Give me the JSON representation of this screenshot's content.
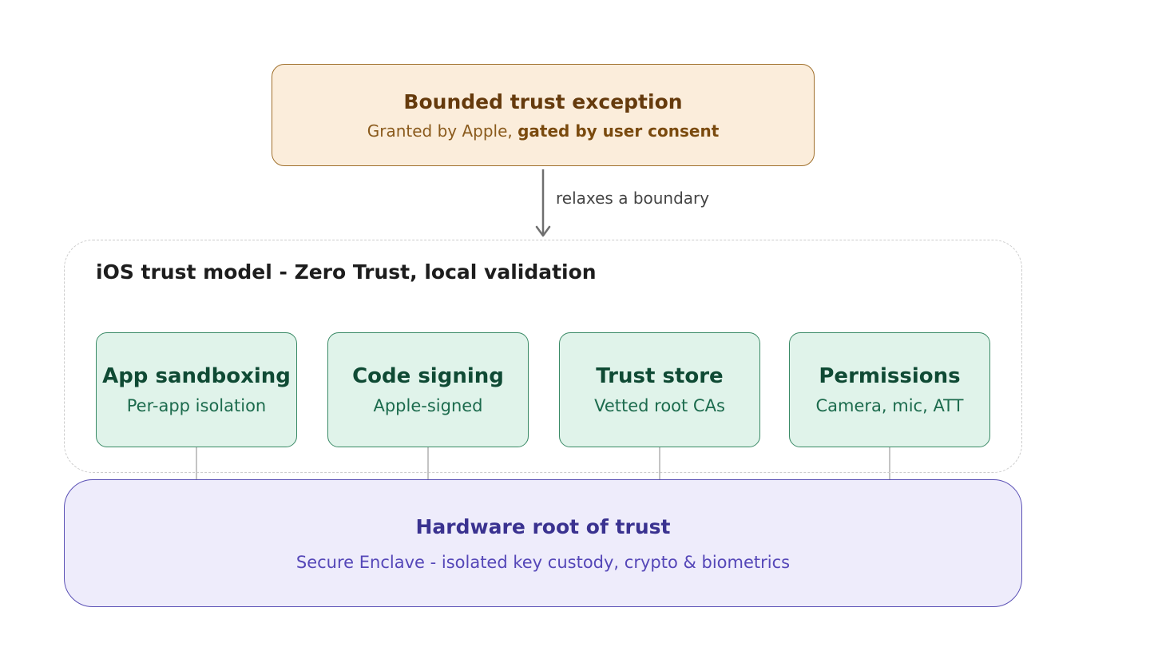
{
  "exception": {
    "title": "Bounded trust exception",
    "subtitle_plain": "Granted by Apple, ",
    "subtitle_bold": "gated by user consent"
  },
  "arrow": {
    "label": "relaxes a boundary"
  },
  "model": {
    "title": "iOS trust model - Zero Trust, local validation",
    "pillars": [
      {
        "title": "App sandboxing",
        "subtitle": "Per-app isolation"
      },
      {
        "title": "Code signing",
        "subtitle": "Apple-signed"
      },
      {
        "title": "Trust store",
        "subtitle": "Vetted root CAs"
      },
      {
        "title": "Permissions",
        "subtitle": "Camera, mic, ATT"
      }
    ]
  },
  "hardware": {
    "title": "Hardware root of trust",
    "subtitle": "Secure Enclave - isolated key custody, crypto & biometrics"
  },
  "colors": {
    "exception_fill": "#fbeddb",
    "exception_border": "#a0702c",
    "pillar_fill": "#e0f3ea",
    "pillar_border": "#3a8a66",
    "hardware_fill": "#eeecfb",
    "hardware_border": "#5a50b5",
    "connector": "#888888"
  }
}
